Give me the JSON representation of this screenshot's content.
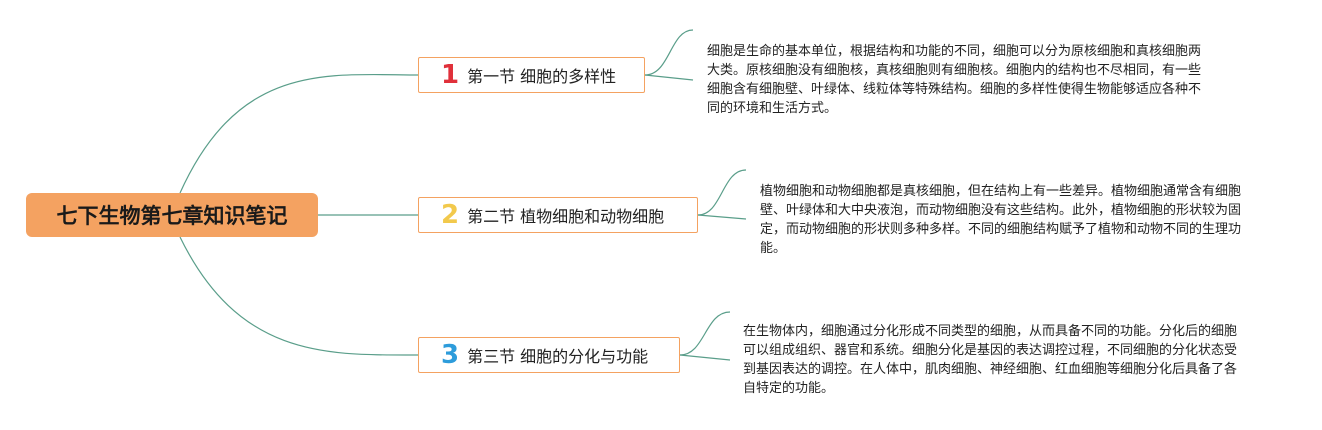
{
  "root": {
    "title": "七下生物第七章知识笔记"
  },
  "sections": [
    {
      "number": "1",
      "number_color": "#e0303a",
      "title": "第一节 细胞的多样性",
      "description": "细胞是生命的基本单位，根据结构和功能的不同，细胞可以分为原核细胞和真核细胞两大类。原核细胞没有细胞核，真核细胞则有细胞核。细胞内的结构也不尽相同，有一些细胞含有细胞壁、叶绿体、线粒体等特殊结构。细胞的多样性使得生物能够适应各种不同的环境和生活方式。"
    },
    {
      "number": "2",
      "number_color": "#f2c94c",
      "title": "第二节 植物细胞和动物细胞",
      "description": "植物细胞和动物细胞都是真核细胞，但在结构上有一些差异。植物细胞通常含有细胞壁、叶绿体和大中央液泡，而动物细胞没有这些结构。此外，植物细胞的形状较为固定，而动物细胞的形状则多种多样。不同的细胞结构赋予了植物和动物不同的生理功能。"
    },
    {
      "number": "3",
      "number_color": "#2d9cdb",
      "title": "第三节 细胞的分化与功能",
      "description": "在生物体内，细胞通过分化形成不同类型的细胞，从而具备不同的功能。分化后的细胞可以组成组织、器官和系统。细胞分化是基因的表达调控过程，不同细胞的分化状态受到基因表达的调控。在人体中，肌肉细胞、神经细胞、红血细胞等细胞分化后具备了各自特定的功能。"
    }
  ],
  "colors": {
    "root_fill": "#f4a261",
    "node_border": "#f4a261",
    "connector": "#5a9e8a"
  }
}
